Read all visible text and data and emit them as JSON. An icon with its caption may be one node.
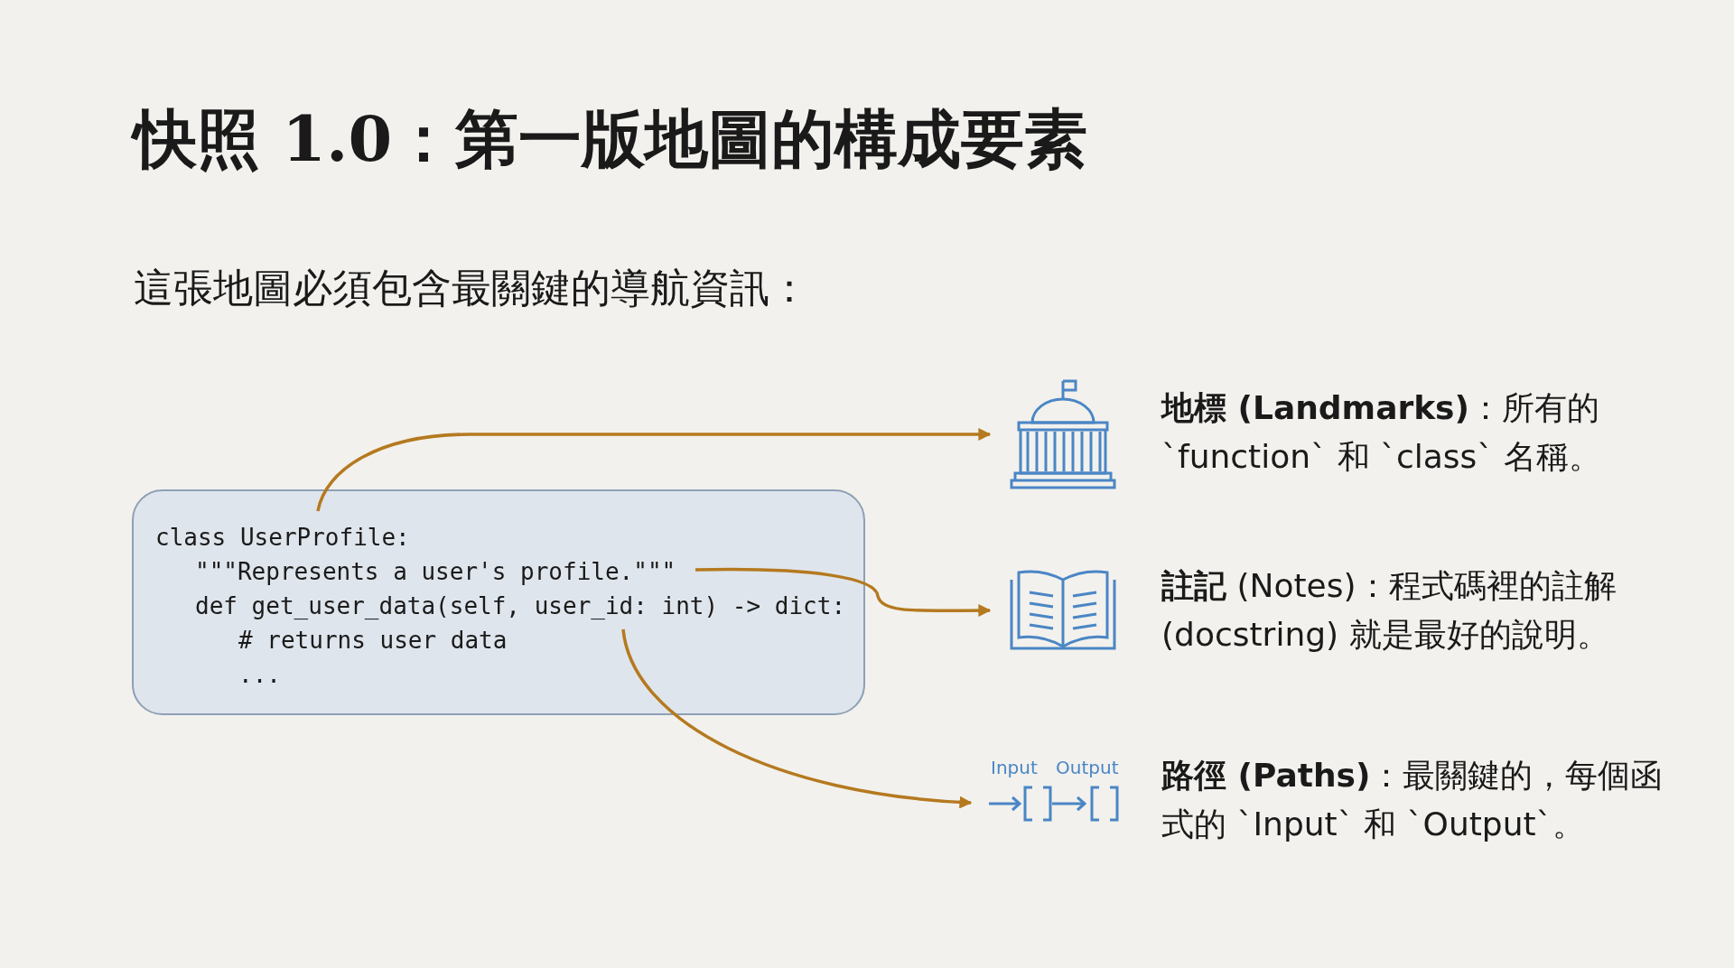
{
  "diagram": {
    "title": "快照 1.0：第一版地圖的構成要素",
    "caption": "這張地圖必須包含最關鍵的導航資訊：",
    "nodes": [
      {
        "text": [
          "class UserProfile:",
          "\"\"\"Represents a user's profile.\"\"\"",
          "def get_user_data(self, user_id: int) -> dict:",
          "# returns user data",
          "..."
        ]
      },
      {
        "text": [],
        "shape": "building",
        "beside": [
          "**地標 (Landmarks)**：所有的 `function` 和 `class` 名稱。"
        ]
      },
      {
        "text": [],
        "shape": "book",
        "beside": [
          "**註記** (Notes)：程式碼裡的註解 (docstring) 就是最好的說明。"
        ]
      },
      {
        "text": [
          "Input",
          "Output"
        ],
        "beside": [
          "**路徑 (Paths)**：最關鍵的，每個函式的 `Input` 和 `Output`。"
        ]
      }
    ],
    "edges": [
      {
        "from": 0,
        "to": 1,
        "arrow": "to"
      },
      {
        "from": 0,
        "to": 2,
        "arrow": "to"
      },
      {
        "from": 0,
        "to": 3,
        "arrow": "to"
      }
    ]
  }
}
